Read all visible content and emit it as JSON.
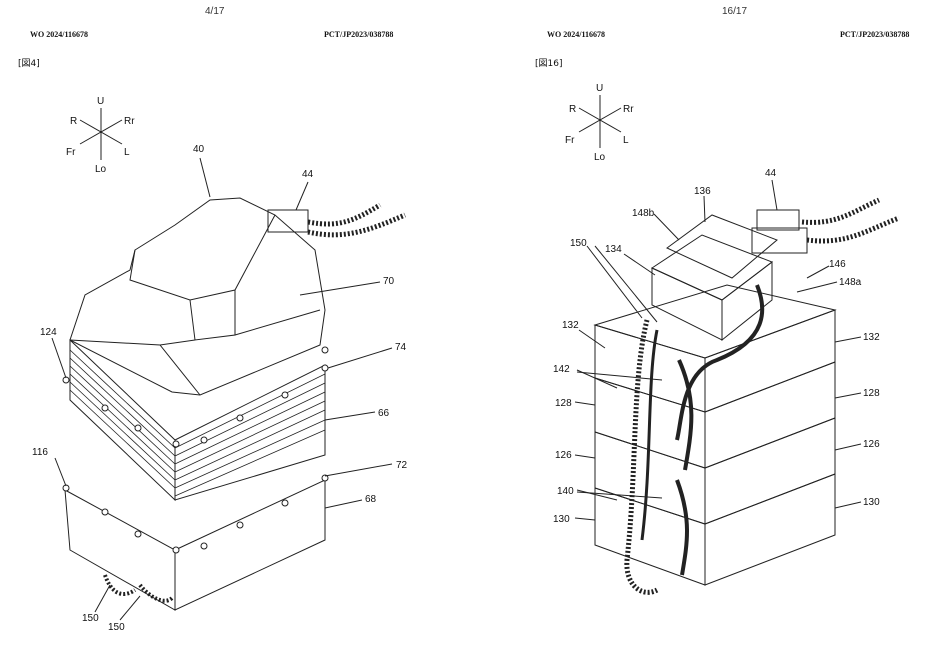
{
  "left_page": {
    "page_number": "4/17",
    "pub_number": "WO 2024/116678",
    "pct_number": "PCT/JP2023/038788",
    "figure_label": "[図4]",
    "direction": {
      "up": "U",
      "down": "Lo",
      "right_rear": "Rr",
      "left_rear": "R",
      "front": "Fr",
      "left": "L"
    },
    "refs": {
      "r40": "40",
      "r44": "44",
      "r70": "70",
      "r124": "124",
      "r74": "74",
      "r66": "66",
      "r116": "116",
      "r72": "72",
      "r68": "68",
      "r150a": "150",
      "r150b": "150"
    }
  },
  "right_page": {
    "page_number": "16/17",
    "pub_number": "WO 2024/116678",
    "pct_number": "PCT/JP2023/038788",
    "figure_label": "[図16]",
    "direction": {
      "up": "U",
      "down": "Lo",
      "right_rear": "Rr",
      "left_rear": "R",
      "front": "Fr",
      "left": "L"
    },
    "refs": {
      "r44": "44",
      "r136": "136",
      "r148b": "148b",
      "r150": "150",
      "r134": "134",
      "r146": "146",
      "r148a": "148a",
      "r132a": "132",
      "r132b": "132",
      "r142": "142",
      "r128a": "128",
      "r128b": "128",
      "r126a": "126",
      "r126b": "126",
      "r140": "140",
      "r130a": "130",
      "r130b": "130"
    }
  }
}
